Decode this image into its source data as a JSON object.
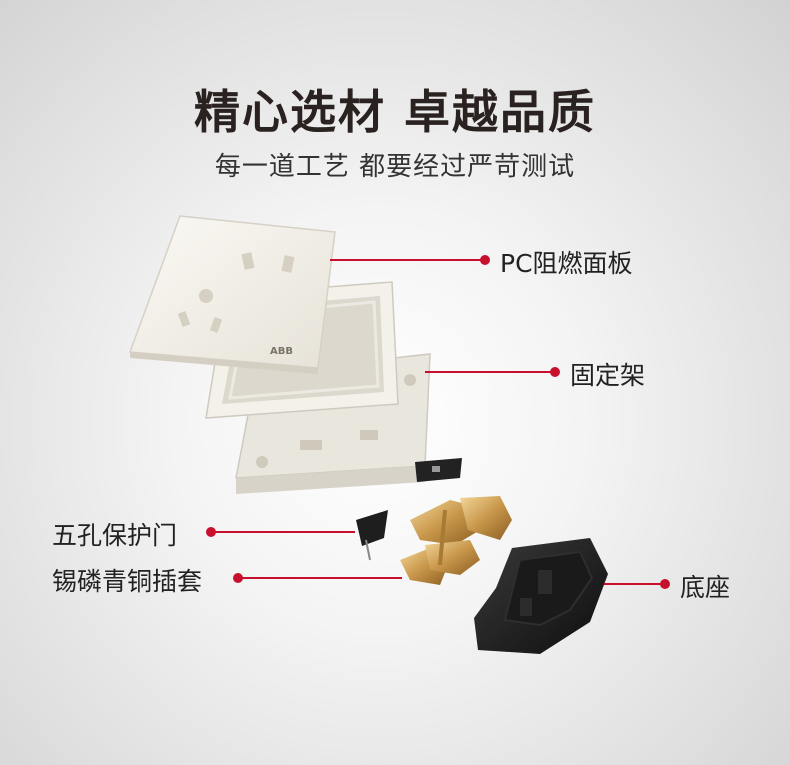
{
  "header": {
    "title": "精心选材  卓越品质",
    "subtitle": "每一道工艺 都要经过严苛测试"
  },
  "brand": {
    "logo_text": "ABB"
  },
  "labels": {
    "panel": "PC阻燃面板",
    "frame": "固定架",
    "shutter": "五孔保护门",
    "sleeve": "锡磷青铜插套",
    "base": "底座"
  },
  "colors": {
    "accent": "#c8102e",
    "title": "#2a2220"
  }
}
